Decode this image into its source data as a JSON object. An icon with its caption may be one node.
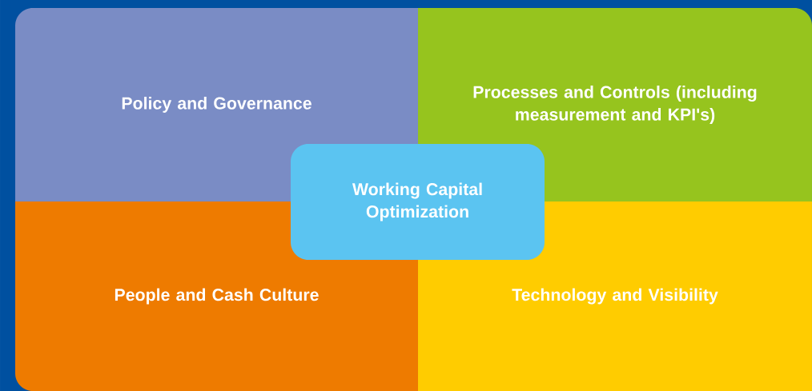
{
  "diagram": {
    "nodes": [
      {
        "text": [
          "Policy and Governance"
        ]
      },
      {
        "text": [
          "Processes and Controls (including measurement and KPI's)"
        ]
      },
      {
        "text": [
          "Working Capital Optimization"
        ]
      },
      {
        "text": [
          "People and Cash Culture"
        ]
      },
      {
        "text": [
          "Technology and Visibility"
        ]
      }
    ]
  }
}
